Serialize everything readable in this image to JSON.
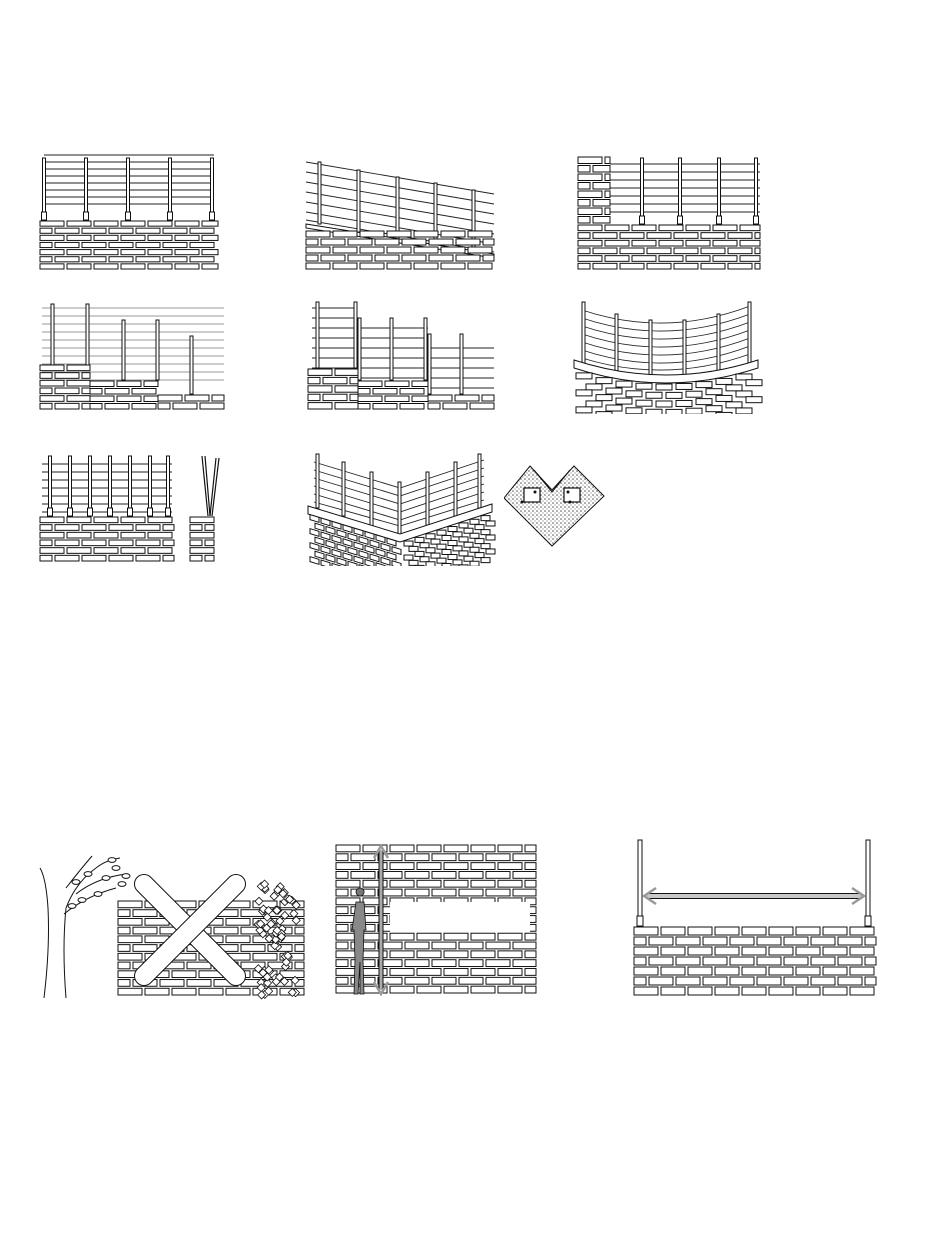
{
  "diagram": {
    "type": "installation-illustrations",
    "panels": [
      {
        "id": "straight-wall",
        "icon": "fence-on-straight-wall-icon"
      },
      {
        "id": "sloped-wall",
        "icon": "fence-on-sloped-wall-icon"
      },
      {
        "id": "wall-against-pillar",
        "icon": "fence-beside-pillar-icon"
      },
      {
        "id": "stepped-wall",
        "icon": "fence-on-stepped-wall-icon"
      },
      {
        "id": "stepped-wall-tall-posts",
        "icon": "fence-stepped-tall-posts-icon"
      },
      {
        "id": "curved-wall",
        "icon": "fence-on-curved-wall-icon"
      },
      {
        "id": "angled-posts",
        "icon": "fence-angled-posts-icon"
      },
      {
        "id": "corner-wall",
        "icon": "fence-on-corner-wall-icon"
      },
      {
        "id": "corner-detail",
        "icon": "corner-bracket-detail-icon"
      },
      {
        "id": "no-trees-or-vegetation",
        "icon": "prohibited-vegetation-icon"
      },
      {
        "id": "minimum-height",
        "icon": "height-requirement-icon"
      },
      {
        "id": "post-spacing",
        "icon": "post-spacing-icon"
      }
    ],
    "colors": {
      "line": "#111111",
      "arrow": "#9a9a9a",
      "hatch": "#555555",
      "paper": "#ffffff"
    }
  }
}
